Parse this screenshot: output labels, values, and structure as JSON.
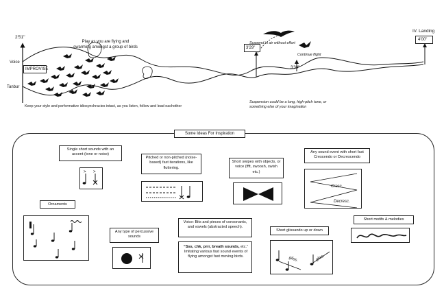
{
  "timeline": {
    "label_start": "2'51''",
    "label_voice": "Voice",
    "label_tanbur": "Tanbur",
    "improvise": "IMPROVISE",
    "fly_text": "Play as you are flying and swarming amongst a group of birds",
    "keep_text": "Keep your style and performative idiosynchracies intact, as you listen, follow and lead eachother",
    "suspend_text": "Suspend in air without effort",
    "continue_text": "Continue flight",
    "t_329": "3'29''",
    "t_339": "3'39''",
    "suspension_text": "Suspension could be a long, high-pitch tone, or something else of your imagination",
    "landing_title": "IV. Landing",
    "t_400": "4'00''"
  },
  "inspiration": {
    "title": "Some Ideas For Inspiration",
    "single_short": "Single short sounds with an accent (tone or noise)",
    "pitched": "Pitched or non-pitched (noise-based) fast iterations, like fluttering.",
    "swipes": "Short swipes with objects, or voice (ffft, swoosh, swish etc.)",
    "crescendo": "Any sound event with short fast Crescendo or Decrescendo",
    "cresc": "Cresc.",
    "decresc": "Decresc.",
    "ornaments": "Ornaments",
    "percussive": "Any type of percussive sounds",
    "voice_bits": "Voice: Bits and pieces of consonants, and vowels (abstracted speech).",
    "voice_quote_bold": "“Sss, chk, prrr, breath sounds,",
    "voice_quote_rest": "etc.” Imitating various fast sound events of flying amongst fast moving birds.",
    "glissando": "Short glissando up or down",
    "gliss_1": "gliss.",
    "gliss_2": "gliss.",
    "motifs": "Short motifs & melodies"
  }
}
